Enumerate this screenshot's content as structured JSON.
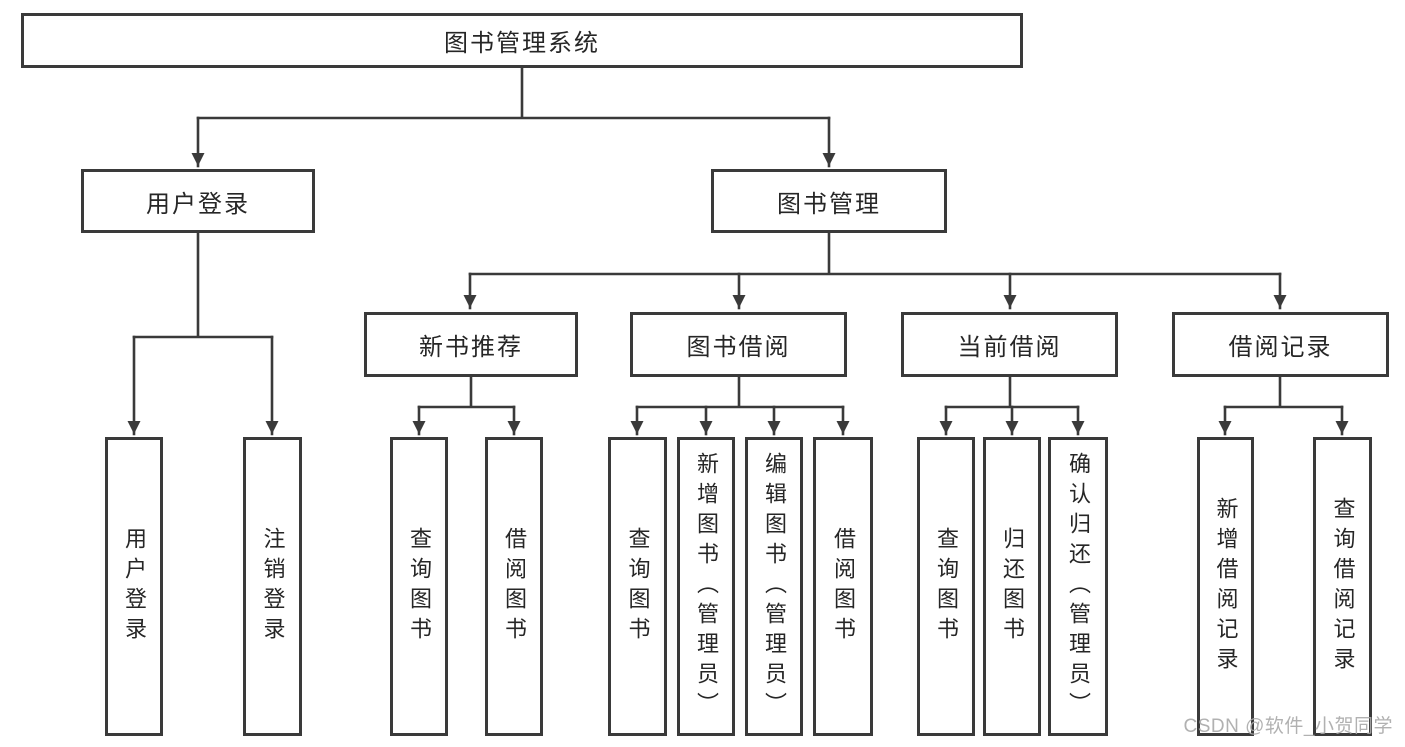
{
  "colors": {
    "line": "#3a3a3a",
    "box_border": "#3a3a3a",
    "text": "#262626",
    "watermark": "#a9a9a9"
  },
  "tree": {
    "root": {
      "label": "图书管理系统",
      "children": [
        {
          "label": "用户登录",
          "children": [
            {
              "label": "用户登录"
            },
            {
              "label": "注销登录"
            }
          ]
        },
        {
          "label": "图书管理",
          "children": [
            {
              "label": "新书推荐",
              "children": [
                {
                  "label": "查询图书"
                },
                {
                  "label": "借阅图书"
                }
              ]
            },
            {
              "label": "图书借阅",
              "children": [
                {
                  "label": "查询图书"
                },
                {
                  "label": "新增图书（管理员）"
                },
                {
                  "label": "编辑图书（管理员）"
                },
                {
                  "label": "借阅图书"
                }
              ]
            },
            {
              "label": "当前借阅",
              "children": [
                {
                  "label": "查询图书"
                },
                {
                  "label": "归还图书"
                },
                {
                  "label": "确认归还（管理员）"
                }
              ]
            },
            {
              "label": "借阅记录",
              "children": [
                {
                  "label": "新增借阅记录"
                },
                {
                  "label": "查询借阅记录"
                }
              ]
            }
          ]
        }
      ]
    }
  },
  "watermark": {
    "text": "CSDN @软件_小贺同学"
  }
}
